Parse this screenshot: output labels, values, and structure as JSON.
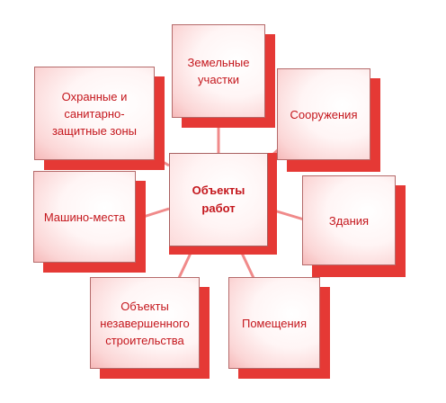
{
  "diagram": {
    "center": {
      "label": "Объекты\nработ"
    },
    "nodes": [
      {
        "id": "zemelnye",
        "label": "Земельные\nучастки"
      },
      {
        "id": "sooruzheniya",
        "label": "Сооружения"
      },
      {
        "id": "zdaniya",
        "label": "Здания"
      },
      {
        "id": "pomeshcheniya",
        "label": "Помещения"
      },
      {
        "id": "nezavershennoe",
        "label": "Объекты\nнезавершенного\nстроительства"
      },
      {
        "id": "mashino",
        "label": "Машино-места"
      },
      {
        "id": "okhrannye",
        "label": "Охранные и\nсанитарно-\nзащитные зоны"
      }
    ]
  },
  "colors": {
    "text": "#c4161c",
    "shadow": "#e53935",
    "connector": "#f08a8a",
    "border": "#b56b6b"
  }
}
